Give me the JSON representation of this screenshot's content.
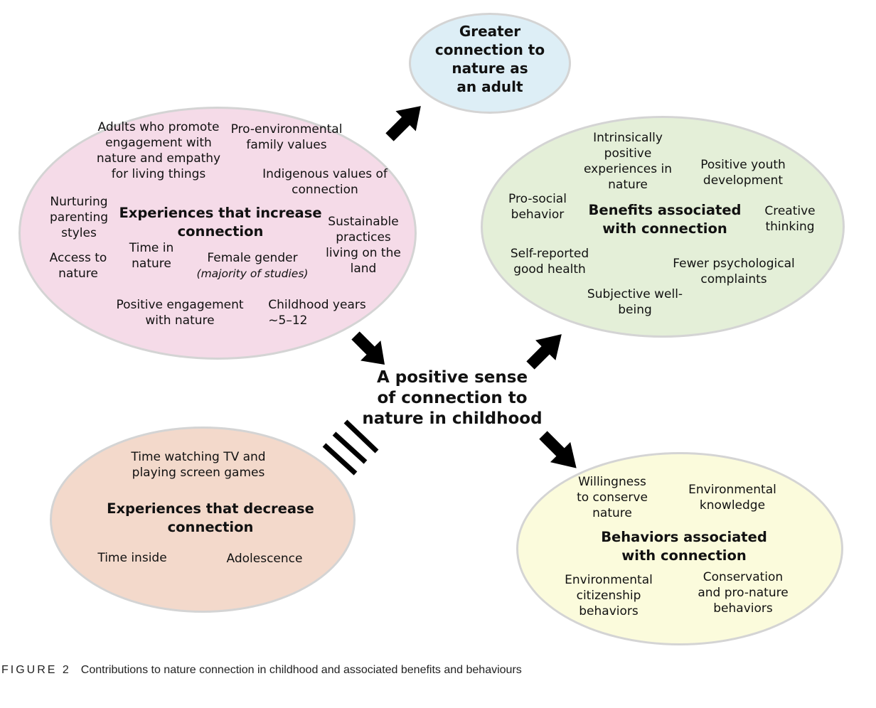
{
  "diagram": {
    "center": {
      "lines": [
        "A positive sense",
        "of connection to",
        "nature in childhood"
      ]
    },
    "adult": {
      "color": "#ddeef6",
      "title_lines": [
        "Greater",
        "connection to",
        "nature as",
        "an adult"
      ]
    },
    "increase": {
      "color": "#f5dbe8",
      "title_lines": [
        "Experiences that increase",
        "connection"
      ],
      "items": [
        {
          "lines": [
            "Adults who promote",
            "engagement with",
            "nature and empathy",
            "for living things"
          ]
        },
        {
          "lines": [
            "Pro-environmental",
            "family values"
          ]
        },
        {
          "lines": [
            "Indigenous values of",
            "connection"
          ]
        },
        {
          "lines": [
            "Nurturing",
            "parenting",
            "styles"
          ]
        },
        {
          "lines": [
            "Sustainable",
            "practices",
            "living on the",
            "land"
          ]
        },
        {
          "lines": [
            "Access to",
            "nature"
          ]
        },
        {
          "lines": [
            "Time in",
            "nature"
          ]
        },
        {
          "lines": [
            "Female gender"
          ],
          "note": "(majority of studies)"
        },
        {
          "lines": [
            "Positive engagement",
            "with nature"
          ]
        },
        {
          "lines": [
            "Childhood years",
            "~5–12"
          ]
        }
      ]
    },
    "benefits": {
      "color": "#e4efd8",
      "title_lines": [
        "Benefits associated",
        "with connection"
      ],
      "items": [
        {
          "lines": [
            "Intrinsically",
            "positive",
            "experiences in",
            "nature"
          ]
        },
        {
          "lines": [
            "Positive youth",
            "development"
          ]
        },
        {
          "lines": [
            "Pro-social",
            "behavior"
          ]
        },
        {
          "lines": [
            "Creative",
            "thinking"
          ]
        },
        {
          "lines": [
            "Self-reported",
            "good health"
          ]
        },
        {
          "lines": [
            "Fewer psychological",
            "complaints"
          ]
        },
        {
          "lines": [
            "Subjective well-",
            "being"
          ]
        }
      ]
    },
    "decrease": {
      "color": "#f3d9cb",
      "title_lines": [
        "Experiences that decrease",
        "connection"
      ],
      "items": [
        {
          "lines": [
            "Time watching TV and",
            "playing screen games"
          ]
        },
        {
          "lines": [
            "Time inside"
          ]
        },
        {
          "lines": [
            "Adolescence"
          ]
        }
      ]
    },
    "behaviors": {
      "color": "#fbfbdc",
      "title_lines": [
        "Behaviors associated",
        "with connection"
      ],
      "items": [
        {
          "lines": [
            "Willingness",
            "to conserve",
            "nature"
          ]
        },
        {
          "lines": [
            "Environmental",
            "knowledge"
          ]
        },
        {
          "lines": [
            "Environmental",
            "citizenship",
            "behaviors"
          ]
        },
        {
          "lines": [
            "Conservation",
            "and pro-nature",
            "behaviors"
          ]
        }
      ]
    },
    "connectors": [
      {
        "from": "increase",
        "to": "center",
        "type": "arrow"
      },
      {
        "from": "center",
        "to": "adult",
        "type": "arrow"
      },
      {
        "from": "center",
        "to": "benefits",
        "type": "arrow"
      },
      {
        "from": "center",
        "to": "behaviors",
        "type": "arrow"
      },
      {
        "from": "decrease",
        "to": "center",
        "type": "inhibits-bars"
      }
    ]
  },
  "caption": {
    "label": "FIGURE 2",
    "text": "Contributions to nature connection in childhood and associated benefits and behaviours"
  }
}
